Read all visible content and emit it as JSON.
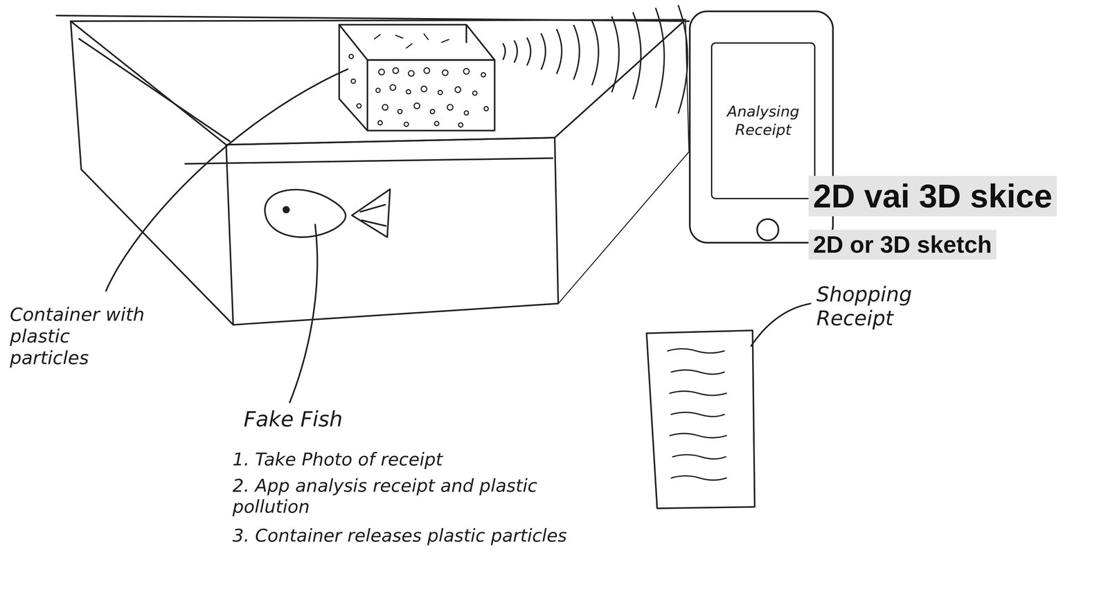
{
  "diagram": {
    "nodes": [
      {
        "text": [
          "Analysing Receipt"
        ]
      }
    ],
    "labels": [
      "2D vai 3D skice",
      "2D or 3D sketch",
      "Shopping Receipt",
      "Container with plastic particles",
      "Fake Fish",
      "1. Take Photo of receipt",
      "2. App analysis receipt and plastic pollution",
      "3. Container releases plastic particles"
    ]
  }
}
